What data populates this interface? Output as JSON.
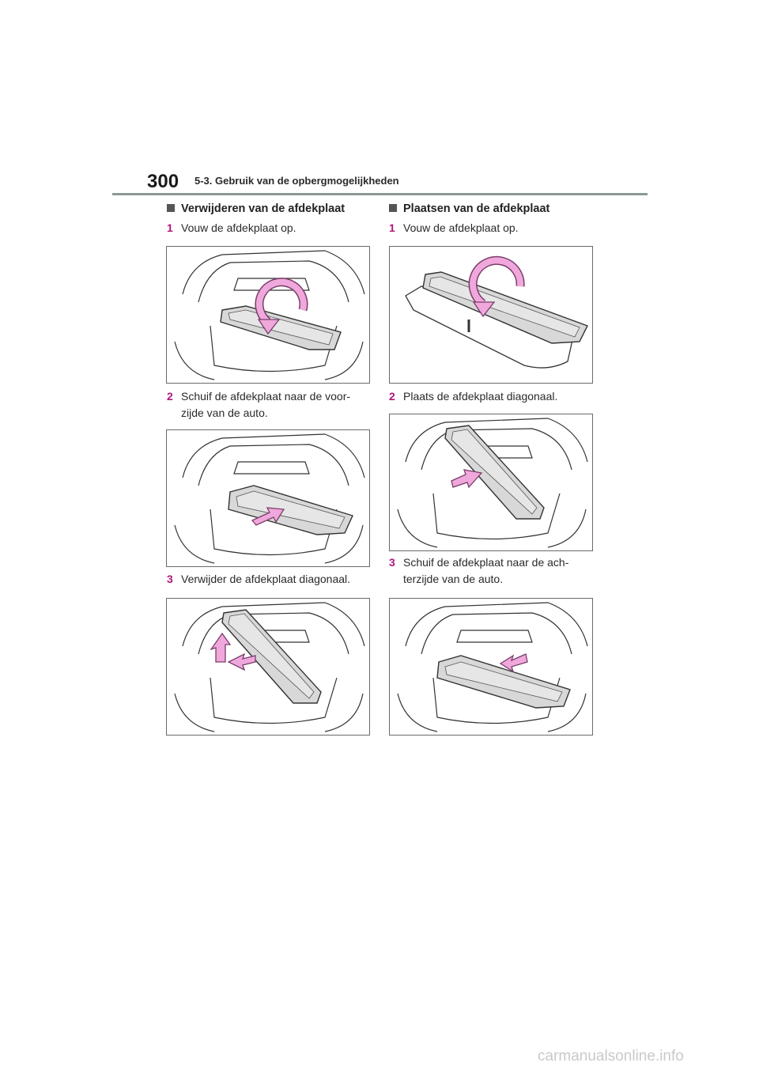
{
  "header": {
    "page_number": "300",
    "chapter": "5-3. Gebruik van de opbergmogelijkheden"
  },
  "left_column": {
    "heading": "Verwijderen van de afdekplaat",
    "steps": [
      {
        "number": "1",
        "text": "Vouw de afdekplaat op."
      },
      {
        "number": "2",
        "text": "Schuif de afdekplaat naar de voor-zijde van de auto."
      },
      {
        "number": "3",
        "text": "Verwijder de afdekplaat diagonaal."
      }
    ]
  },
  "right_column": {
    "heading": "Plaatsen van de afdekplaat",
    "steps": [
      {
        "number": "1",
        "text": "Vouw de afdekplaat op."
      },
      {
        "number": "2",
        "text": "Plaats de afdekplaat diagonaal."
      },
      {
        "number": "3",
        "text": "Schuif de afdekplaat naar de ach-terzijde van de auto."
      }
    ]
  },
  "footer": {
    "watermark": "carmanualsonline.info"
  },
  "colors": {
    "step_number": "#b3147a",
    "arrow_fill": "#f0a8dc",
    "panel_fill": "#d8d8d8",
    "rule": "#8c9896"
  }
}
